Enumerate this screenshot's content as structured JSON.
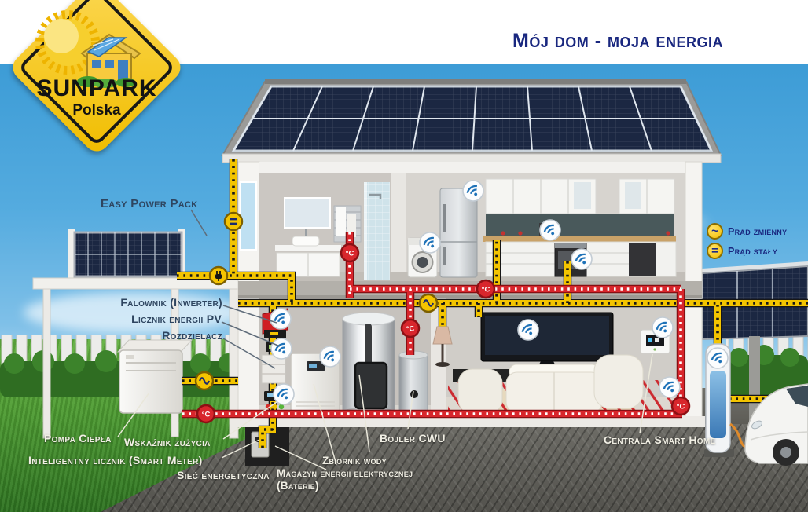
{
  "title": "Mój dom - moja energia",
  "logo": {
    "brand": "SUNPARK",
    "region": "Polska"
  },
  "legend": {
    "ac_symbol": "~",
    "ac_label": "Prąd zmienny",
    "dc_symbol": "=",
    "dc_label": "Prąd stały"
  },
  "badges": {
    "temperature": "°C"
  },
  "labels": {
    "easy_power_pack": "Easy Power Pack",
    "falownik": "Falownik (Inwerter)",
    "licznik_energii_pv": "Licznik energii PV",
    "rozdzielacz": "Rozdzielacz",
    "pompa_ciepla": "Pompa Ciepła",
    "wskaznik_zuzycia": "Wskaźnik zużycia",
    "inteligentny_licznik": "Inteligentny licznik (Smart Meter)",
    "siec_energetyczna": "Sieć energetyczna",
    "magazyn_energii_line1": "Magazyn energii elektrycznej",
    "magazyn_energii_line2": "(Baterie)",
    "zbiornik_wody": "Zbiornik wody",
    "bojler_cwu": "Bojler CWU",
    "centrala_smart_home": "Centrala Smart Home"
  },
  "colors": {
    "title_navy": "#19277f",
    "label_navy": "#2e4560",
    "label_light": "#f1efe4",
    "cable_yellow": "#f3c400",
    "cable_red": "#d8262c",
    "panel_navy": "#1b2742",
    "sky_blue": "#4aa4dc",
    "grass_green": "#4f9c35",
    "logo_yellow": "#f5c51d",
    "wifi_blue": "#1e72b8"
  }
}
